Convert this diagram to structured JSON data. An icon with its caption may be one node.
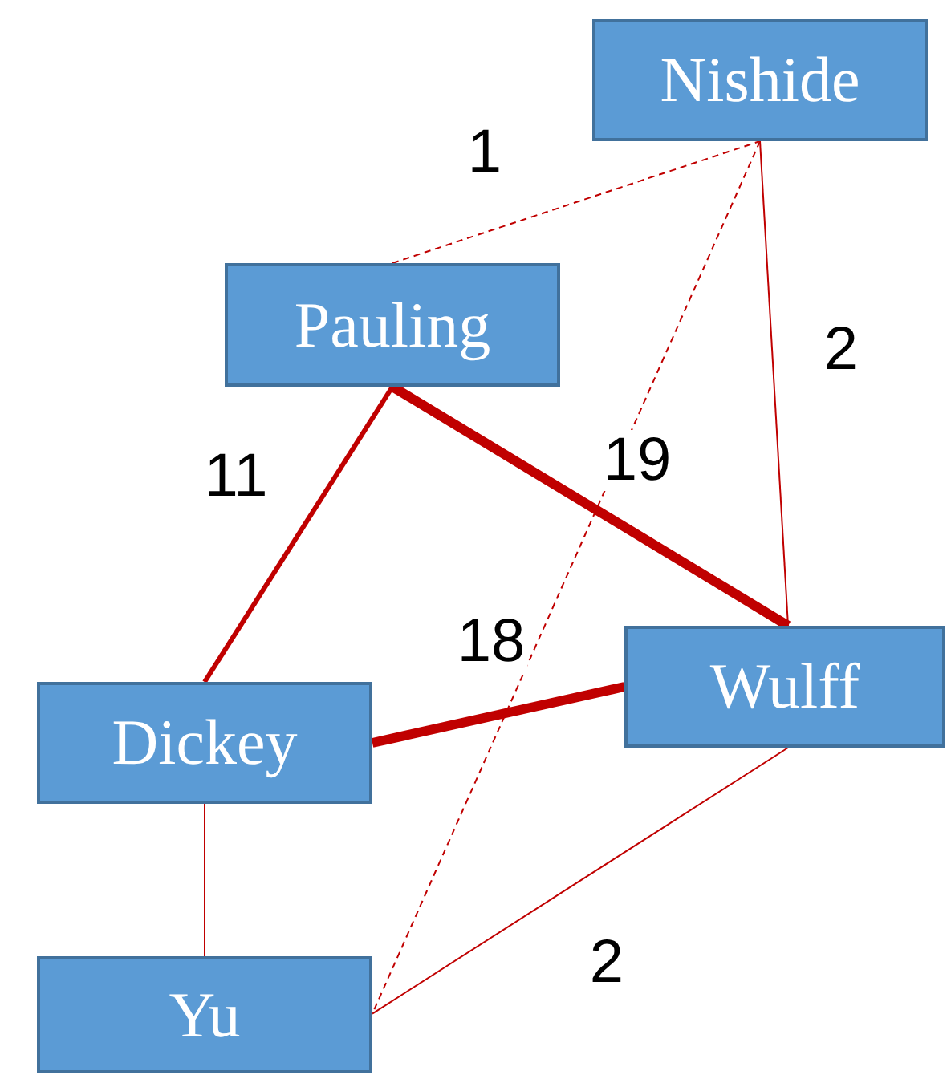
{
  "diagram": {
    "nodes": [
      {
        "text": [
          "Nishide"
        ]
      },
      {
        "text": [
          "Pauling"
        ]
      },
      {
        "text": [
          "Wulff"
        ]
      },
      {
        "text": [
          "Dickey"
        ]
      },
      {
        "text": [
          "Yu"
        ]
      }
    ],
    "edges": [
      {
        "from": 1,
        "to": 0,
        "arrow": "none",
        "label": "1",
        "style": "dashed"
      },
      {
        "from": 0,
        "to": 2,
        "arrow": "none",
        "label": "2"
      },
      {
        "from": 0,
        "to": 4,
        "arrow": "none",
        "style": "dashed"
      },
      {
        "from": 1,
        "to": 3,
        "arrow": "none",
        "label": "11",
        "style": "thick"
      },
      {
        "from": 1,
        "to": 2,
        "arrow": "none",
        "label": "19",
        "style": "thick"
      },
      {
        "from": 3,
        "to": 2,
        "arrow": "none",
        "label": "18",
        "style": "thick"
      },
      {
        "from": 3,
        "to": 4,
        "arrow": "none"
      },
      {
        "from": 4,
        "to": 2,
        "arrow": "none",
        "label": "2"
      }
    ]
  }
}
